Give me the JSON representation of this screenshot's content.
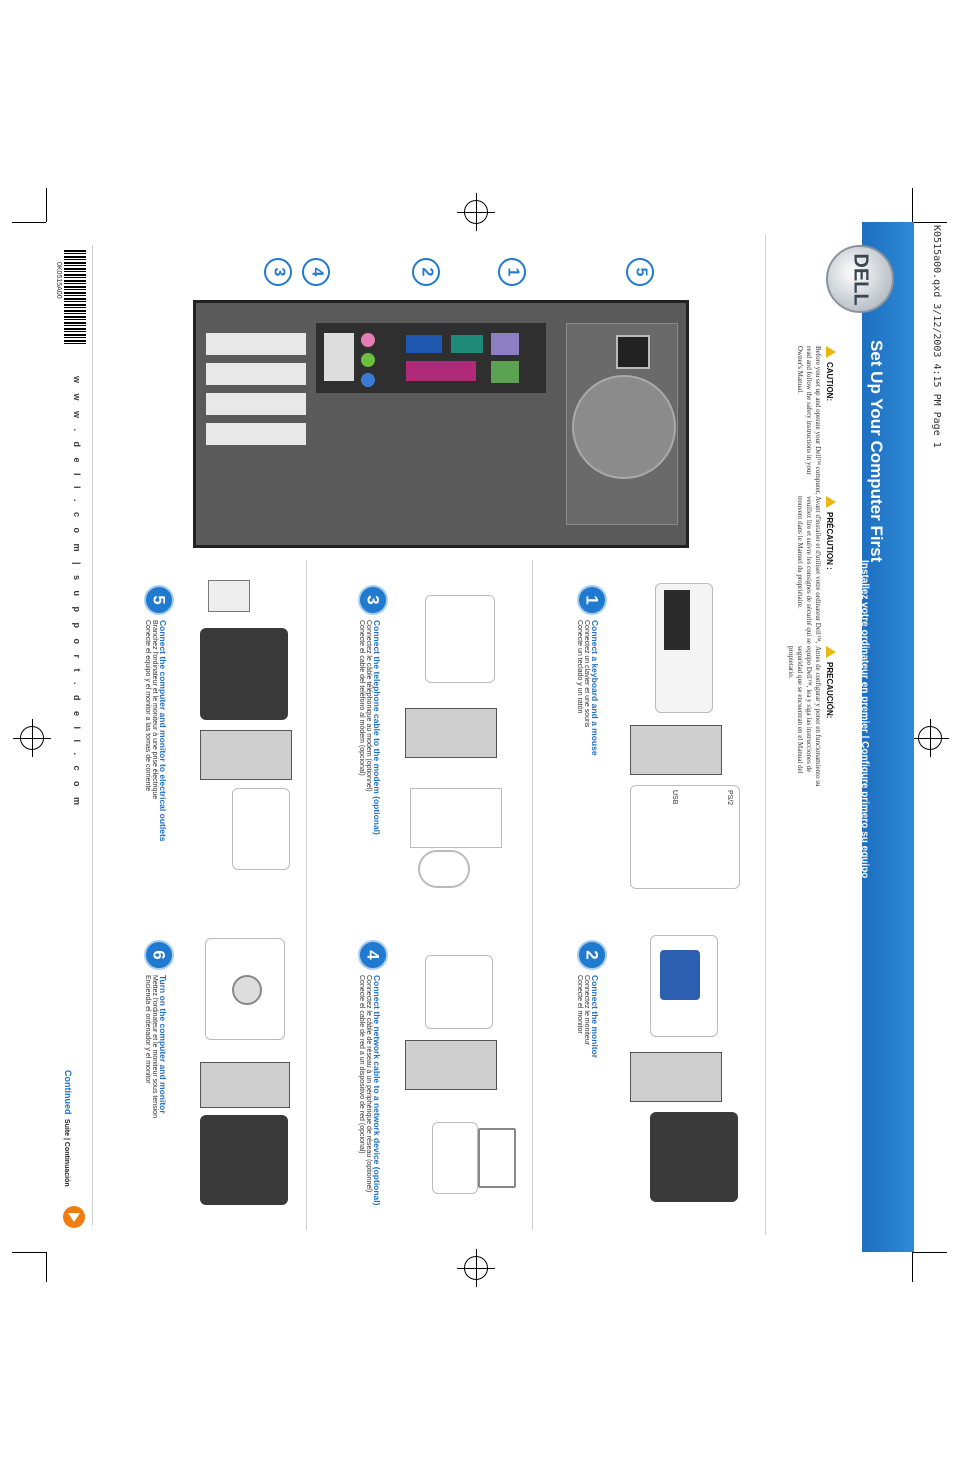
{
  "fileinfo": "K0515a00.qxd   3/12/2003   4:15 PM   Page 1",
  "brand": "DELL",
  "header": {
    "title": "Set Up Your Computer First",
    "subtitle": "Installez votre ordinateur en premier | Configure primero su equipo"
  },
  "cautions": [
    {
      "label": "CAUTION:",
      "text": "Before you set up and operate your Dell™ computer, read and follow the safety instructions in your Owner's Manual."
    },
    {
      "label": "PRÉCAUTION :",
      "text": "Avant d'installer et d'utiliser votre ordinateur Dell™, veuillez lire et suivre les consignes de sécurité qui se trouvent dans le Manuel du propriétaire."
    },
    {
      "label": "PRECAUCIÓN:",
      "text": "Antes de configurar y poner en funcionamiento su equipo Dell™, lea y siga las instrucciones de seguridad que se encuentran en el Manual del propietario."
    }
  ],
  "callouts": [
    "1",
    "2",
    "3",
    "4",
    "5"
  ],
  "steps": [
    {
      "num": "1",
      "title": "Connect a keyboard and a mouse",
      "fr": "Connectez un clavier et une souris",
      "es": "Conecte un teclado y un ratón"
    },
    {
      "num": "2",
      "title": "Connect the monitor",
      "fr": "Connectez le moniteur",
      "es": "Conecte el monitor"
    },
    {
      "num": "3",
      "title": "Connect the telephone cable to the modem (optional)",
      "fr": "Connectez le câble téléphonique au modem (optionnel)",
      "es": "Conecte el cable del teléfono al módem (opcional)"
    },
    {
      "num": "4",
      "title": "Connect the network cable to a network device (optional)",
      "fr": "Connectez le câble de réseau à un périphérique de réseau (optionnel)",
      "es": "Conecte el cable de red a un dispositivo de red (opcional)"
    },
    {
      "num": "5",
      "title": "Connect the computer and monitor to electrical outlets",
      "fr": "Branchez l'ordinateur et le moniteur à une prise électrique",
      "es": "Conecte el equipo y el monitor a las tomas de corriente"
    },
    {
      "num": "6",
      "title": "Turn on the computer and monitor",
      "fr": "Mettez l'ordinateur et le moniteur sous tension",
      "es": "Encienda el ordenador y el monitor"
    }
  ],
  "port_labels": {
    "ps2": "PS/2",
    "usb": "USB"
  },
  "footer": {
    "url": "w w w . d e l l . c o m   |   s u p p o r t . d e l l . c o m",
    "barcode_text": "0K0515A00",
    "continued": "Continued",
    "continued_alt": "Suite | Continuación"
  }
}
